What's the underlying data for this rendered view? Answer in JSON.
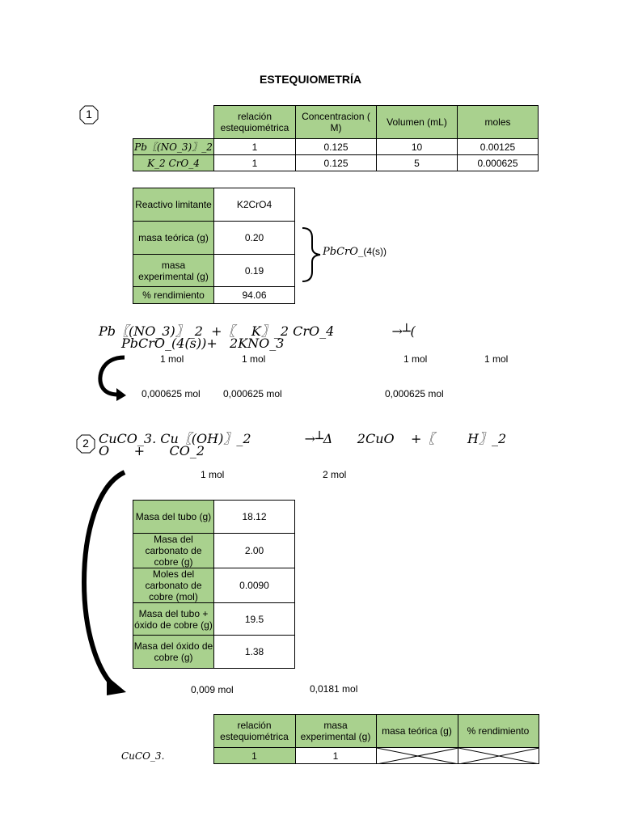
{
  "title": "ESTEQUIOMETRÍA",
  "markers": {
    "one": "1",
    "two": "2"
  },
  "table1": {
    "headers": [
      "relación estequiométrica",
      "Concentracion ( M)",
      "Volumen (mL)",
      "moles"
    ],
    "rows": [
      {
        "label": "Pb〖(NO_3)〗_2",
        "cells": [
          "1",
          "0.125",
          "10",
          "0.00125"
        ]
      },
      {
        "label": "K_2 CrO_4",
        "cells": [
          "1",
          "0.125",
          "5",
          "0.000625"
        ]
      }
    ]
  },
  "table2": {
    "rows": [
      {
        "label": "Reactivo limitante",
        "value": "K2CrO4"
      },
      {
        "label": "masa teórica (g)",
        "value": "0.20"
      },
      {
        "label": "masa experimental (g)",
        "value": "0.19"
      },
      {
        "label": "% rendimiento",
        "value": "94.06"
      }
    ],
    "brace_label_main": "PbCrO_",
    "brace_label_sub": "(4(s))"
  },
  "eq1": {
    "line1": "Pb〖(NO_3)〗_2  +〖    K〗_2 CrO_4              →┴(",
    "line2": "PbCrO_(4(s))+   2KNO_3",
    "mol_labels": [
      "1 mol",
      "1 mol",
      "1 mol",
      "1 mol"
    ],
    "mol_values": [
      "0,000625 mol",
      "0,000625 mol",
      "0,000625 mol"
    ]
  },
  "eq2": {
    "line1": "CuCO_3. Cu〖(OH)〗_2             →┴Δ      2CuO    +〖        H〗_2",
    "line2": "O      +      CO_2",
    "mol_labels": [
      "1 mol",
      "2 mol"
    ],
    "mol_values": [
      "0,009 mol",
      "0,0181 mol"
    ]
  },
  "table3": {
    "rows": [
      {
        "label": "Masa del tubo (g)",
        "value": "18.12"
      },
      {
        "label": "Masa del carbonato de cobre (g)",
        "value": "2.00"
      },
      {
        "label": "Moles del carbonato de cobre (mol)",
        "value": "0.0090"
      },
      {
        "label": "Masa del tubo + óxido de cobre (g)",
        "value": "19.5"
      },
      {
        "label": "Masa del óxido de cobre (g)",
        "value": "1.38"
      }
    ]
  },
  "table4": {
    "headers": [
      "relación estequiométrica",
      "masa experimental (g)",
      "masa teórica (g)",
      "% rendimiento"
    ],
    "row_label": "CuCO_3.",
    "row_cells": [
      "1",
      "1"
    ]
  }
}
